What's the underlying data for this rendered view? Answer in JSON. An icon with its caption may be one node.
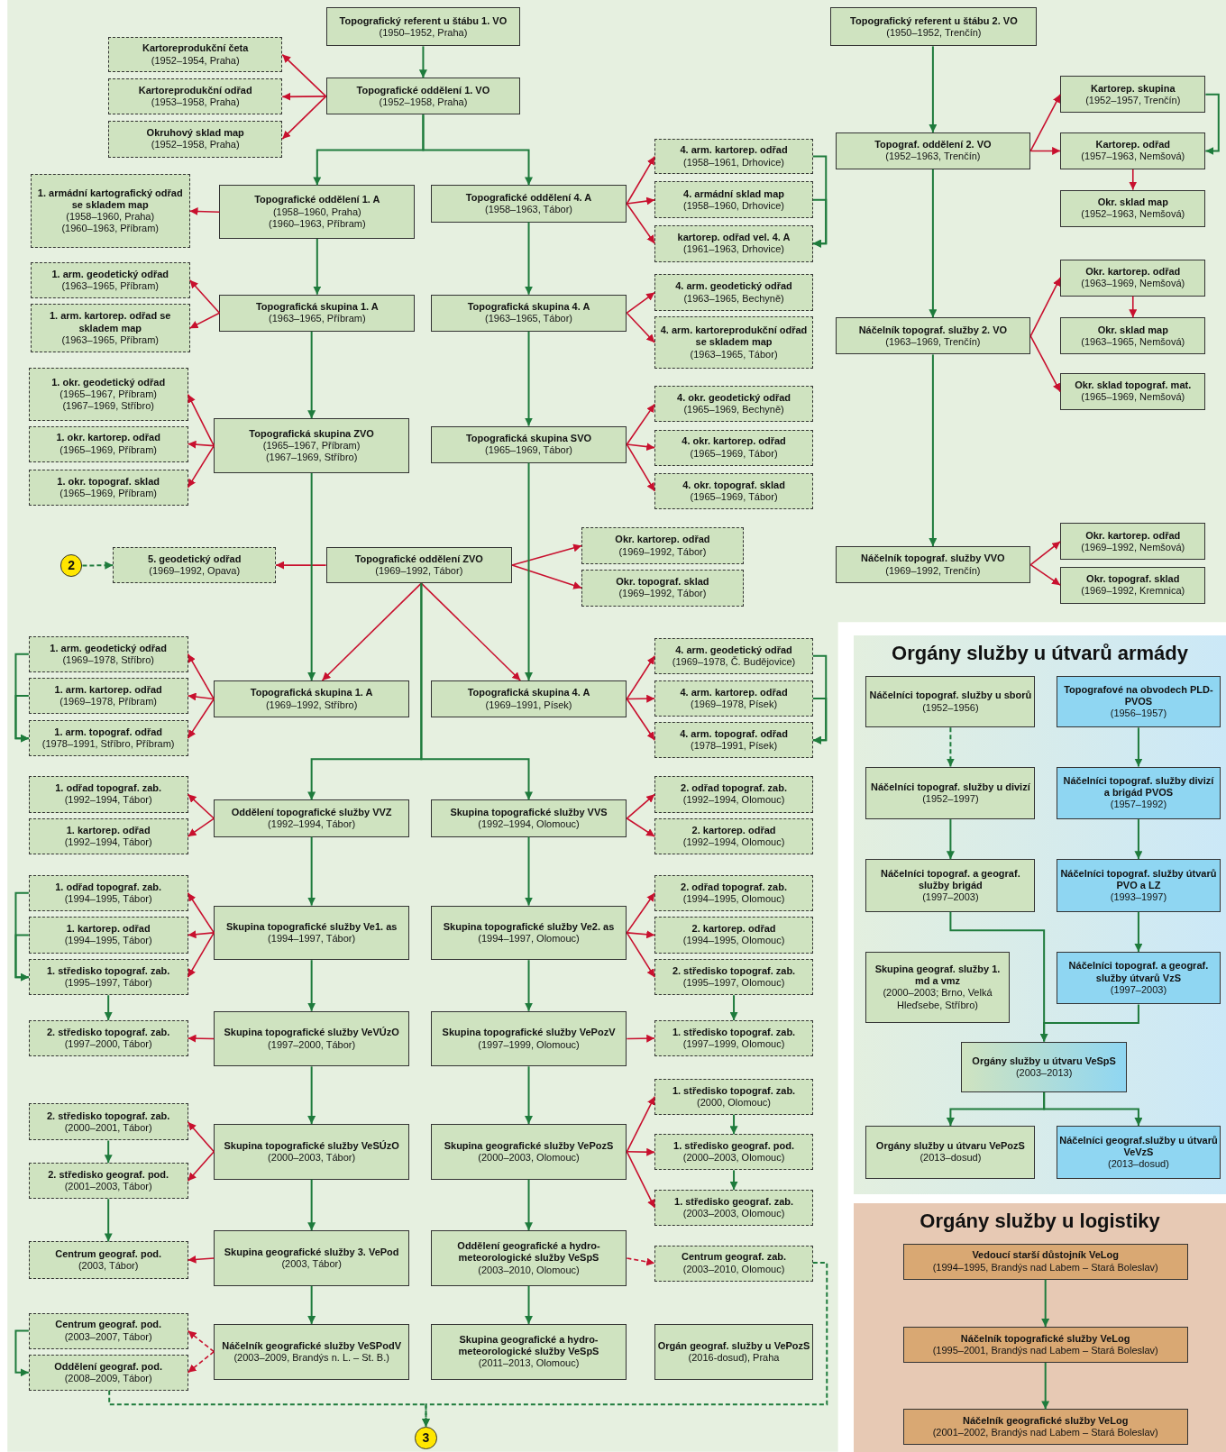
{
  "diagram": {
    "nodes": [
      {
        "text": [
          "Topografický referent u štábu 1. VO",
          "(1950–1952, Praha)"
        ]
      },
      {
        "text": [
          "Kartoreprodukční četa",
          "(1952–1954, Praha)"
        ]
      },
      {
        "text": [
          "Kartoreprodukční odřad",
          "(1953–1958, Praha)"
        ]
      },
      {
        "text": [
          "Okruhový sklad map",
          "(1952–1958, Praha)"
        ]
      },
      {
        "text": [
          "Topografické oddělení 1. VO",
          "(1952–1958, Praha)"
        ]
      },
      {
        "text": [
          "Topografický referent u štábu 2. VO",
          "(1950–1952, Trenčín)"
        ]
      },
      {
        "text": [
          "Kartorep. skupina",
          "(1952–1957, Trenčín)"
        ]
      },
      {
        "text": [
          "Topograf. oddělení 2. VO",
          "(1952–1963, Trenčín)"
        ]
      },
      {
        "text": [
          "Kartorep. odřad",
          "(1957–1963, Nemšová)"
        ]
      },
      {
        "text": [
          "Okr. sklad map",
          "(1952–1963, Nemšová)"
        ]
      },
      {
        "text": [
          "1. armádní kartografický odřad se skladem map",
          "(1958–1960, Praha)",
          "(1960–1963, Příbram)"
        ]
      },
      {
        "text": [
          "Topografické oddělení 1. A",
          "(1958–1960, Praha)",
          "(1960–1963, Příbram)"
        ]
      },
      {
        "text": [
          "Topografické oddělení 4. A",
          "(1958–1963, Tábor)"
        ]
      },
      {
        "text": [
          "4. arm. kartorep. odřad",
          "(1958–1961, Drhovice)"
        ]
      },
      {
        "text": [
          "4. armádní sklad map",
          "(1958–1960, Drhovice)"
        ]
      },
      {
        "text": [
          "kartorep. odřad vel. 4. A",
          "(1961–1963, Drhovice)"
        ]
      },
      {
        "text": [
          "1. arm. geodetický odřad",
          "(1963–1965, Příbram)"
        ]
      },
      {
        "text": [
          "1. arm. kartorep. odřad se skladem map",
          "(1963–1965, Příbram)"
        ]
      },
      {
        "text": [
          "Topografická skupina 1. A",
          "(1963–1965, Příbram)"
        ]
      },
      {
        "text": [
          "Topografická skupina 4. A",
          "(1963–1965, Tábor)"
        ]
      },
      {
        "text": [
          "4. arm. geodetický odřad",
          "(1963–1965, Bechyně)"
        ]
      },
      {
        "text": [
          "4. arm. kartoreprodukční odřad se skladem map",
          "(1963–1965, Tábor)"
        ]
      },
      {
        "text": [
          "Náčelník topograf. služby 2. VO",
          "(1963–1969, Trenčín)"
        ]
      },
      {
        "text": [
          "Okr. kartorep. odřad",
          "(1963–1969, Nemšová)"
        ]
      },
      {
        "text": [
          "Okr. sklad map",
          "(1963–1965, Nemšová)"
        ]
      },
      {
        "text": [
          "Okr. sklad topograf. mat.",
          "(1965–1969, Nemšová)"
        ]
      },
      {
        "text": [
          "1. okr. geodetický odřad",
          "(1965–1967, Příbram)",
          "(1967–1969, Stříbro)"
        ]
      },
      {
        "text": [
          "1. okr. kartorep. odřad",
          "(1965–1969, Příbram)"
        ]
      },
      {
        "text": [
          "1. okr. topograf. sklad",
          "(1965–1969, Příbram)"
        ]
      },
      {
        "text": [
          "Topografická skupina ZVO",
          "(1965–1967, Příbram)",
          "(1967–1969, Stříbro)"
        ]
      },
      {
        "text": [
          "Topografická skupina SVO",
          "(1965–1969, Tábor)"
        ]
      },
      {
        "text": [
          "4. okr. geodetický odřad",
          "(1965–1969, Bechyně)"
        ]
      },
      {
        "text": [
          "4. okr. kartorep. odřad",
          "(1965–1969, Tábor)"
        ]
      },
      {
        "text": [
          "4. okr. topograf. sklad",
          "(1965–1969, Tábor)"
        ]
      },
      {
        "text": [
          "Náčelník topograf. služby VVO",
          "(1969–1992, Trenčín)"
        ]
      },
      {
        "text": [
          "Okr. kartorep. odřad",
          "(1969–1992, Nemšová)"
        ]
      },
      {
        "text": [
          "Okr. topograf. sklad",
          "(1969–1992, Kremnica)"
        ]
      },
      {
        "text": [
          "2"
        ]
      },
      {
        "text": [
          "5. geodetický odřad",
          "(1969–1992, Opava)"
        ]
      },
      {
        "text": [
          "Topografické oddělení ZVO",
          "(1969–1992, Tábor)"
        ]
      },
      {
        "text": [
          "Okr. kartorep. odřad",
          "(1969–1992, Tábor)"
        ]
      },
      {
        "text": [
          "Okr. topograf. sklad",
          "(1969–1992, Tábor)"
        ]
      },
      {
        "text": [
          "1. arm. geodetický odřad",
          "(1969–1978, Stříbro)"
        ]
      },
      {
        "text": [
          "1. arm. kartorep. odřad",
          "(1969–1978, Příbram)"
        ]
      },
      {
        "text": [
          "1. arm. topograf. odřad",
          "(1978–1991, Stříbro, Příbram)"
        ]
      },
      {
        "text": [
          "Topografická skupina 1. A",
          "(1969–1992, Stříbro)"
        ]
      },
      {
        "text": [
          "Topografická skupina 4. A",
          "(1969–1991, Písek)"
        ]
      },
      {
        "text": [
          "4. arm. geodetický odřad",
          "(1969–1978, Č. Budějovice)"
        ]
      },
      {
        "text": [
          "4. arm. kartorep. odřad",
          "(1969–1978, Písek)"
        ]
      },
      {
        "text": [
          "4. arm. topograf. odřad",
          "(1978–1991, Písek)"
        ]
      },
      {
        "text": [
          "1. odřad topograf. zab.",
          "(1992–1994, Tábor)"
        ]
      },
      {
        "text": [
          "1. kartorep. odřad",
          "(1992–1994, Tábor)"
        ]
      },
      {
        "text": [
          "Oddělení topografické služby VVZ",
          "(1992–1994, Tábor)"
        ]
      },
      {
        "text": [
          "Skupina topografické služby VVS",
          "(1992–1994, Olomouc)"
        ]
      },
      {
        "text": [
          "2. odřad topograf. zab.",
          "(1992–1994, Olomouc)"
        ]
      },
      {
        "text": [
          "2. kartorep. odřad",
          "(1992–1994, Olomouc)"
        ]
      },
      {
        "text": [
          "1. odřad topograf. zab.",
          "(1994–1995, Tábor)"
        ]
      },
      {
        "text": [
          "1. kartorep. odřad",
          "(1994–1995, Tábor)"
        ]
      },
      {
        "text": [
          "1. středisko topograf. zab.",
          "(1995–1997, Tábor)"
        ]
      },
      {
        "text": [
          "Skupina topografické služby Ve1. as",
          "(1994–1997, Tábor)"
        ]
      },
      {
        "text": [
          "Skupina topografické služby Ve2. as",
          "(1994–1997, Olomouc)"
        ]
      },
      {
        "text": [
          "2. odřad topograf. zab.",
          "(1994–1995, Olomouc)"
        ]
      },
      {
        "text": [
          "2. kartorep. odřad",
          "(1994–1995, Olomouc)"
        ]
      },
      {
        "text": [
          "2. středisko topograf. zab.",
          "(1995–1997, Olomouc)"
        ]
      },
      {
        "text": [
          "2. středisko topograf. zab.",
          "(1997–2000, Tábor)"
        ]
      },
      {
        "text": [
          "Skupina topografické služby VeVÚzO",
          "(1997–2000, Tábor)"
        ]
      },
      {
        "text": [
          "Skupina topografické služby VePozV",
          "(1997–1999, Olomouc)"
        ]
      },
      {
        "text": [
          "1. středisko topograf. zab.",
          "(1997–1999, Olomouc)"
        ]
      },
      {
        "text": [
          "2. středisko topograf. zab.",
          "(2000–2001, Tábor)"
        ]
      },
      {
        "text": [
          "2. středisko geograf. pod.",
          "(2001–2003, Tábor)"
        ]
      },
      {
        "text": [
          "Skupina topografické služby VeSÚzO",
          "(2000–2003, Tábor)"
        ]
      },
      {
        "text": [
          "Skupina geografické služby VePozS",
          "(2000–2003, Olomouc)"
        ]
      },
      {
        "text": [
          "1. středisko topograf. zab.",
          "(2000, Olomouc)"
        ]
      },
      {
        "text": [
          "1. středisko geograf. pod.",
          "(2000–2003, Olomouc)"
        ]
      },
      {
        "text": [
          "1. středisko geograf. zab.",
          "(2003–2003, Olomouc)"
        ]
      },
      {
        "text": [
          "Centrum geograf. pod.",
          "(2003, Tábor)"
        ]
      },
      {
        "text": [
          "Skupina geografické služby 3. VePod",
          "(2003, Tábor)"
        ]
      },
      {
        "text": [
          "Oddělení geografické a hydro-meteorologické služby VeSpS",
          "(2003–2010, Olomouc)"
        ]
      },
      {
        "text": [
          "Centrum geograf. zab.",
          "(2003–2010, Olomouc)"
        ]
      },
      {
        "text": [
          "Centrum geograf. pod.",
          "(2003–2007, Tábor)"
        ]
      },
      {
        "text": [
          "Oddělení geograf. pod.",
          "(2008–2009, Tábor)"
        ]
      },
      {
        "text": [
          "Náčelník geografické služby VeSPodV",
          "(2003–2009, Brandýs n. L. – St. B.)"
        ]
      },
      {
        "text": [
          "Skupina geografické a hydro-meteorologické služby VeSpS",
          "(2011–2013, Olomouc)"
        ]
      },
      {
        "text": [
          "Orgán geograf. služby u VePozS",
          "(2016-dosud), Praha"
        ]
      },
      {
        "text": [
          "3"
        ]
      },
      {
        "text": [
          "Orgány služby u útvarů armády"
        ]
      },
      {
        "text": [
          "Náčelníci topograf. služby u sborů",
          "(1952–1956)"
        ],
        "in": 85
      },
      {
        "text": [
          "Topografové na obvodech PLD-PVOS",
          "(1956–1957)"
        ],
        "in": 85
      },
      {
        "text": [
          "Náčelníci topograf. služby u divizí",
          "(1952–1997)"
        ],
        "in": 85
      },
      {
        "text": [
          "Náčelníci topograf. služby divizí a brigád PVOS",
          "(1957–1992)"
        ],
        "in": 85
      },
      {
        "text": [
          "Náčelníci topograf. a geograf. služby brigád",
          "(1997–2003)"
        ],
        "in": 85
      },
      {
        "text": [
          "Náčelníci topograf. služby útvarů PVO a LZ",
          "(1993–1997)"
        ],
        "in": 85
      },
      {
        "text": [
          "Skupina geograf. služby 1. md a vmz",
          "(2000–2003; Brno, Velká Hleďsebe, Stříbro)"
        ],
        "in": 85
      },
      {
        "text": [
          "Náčelníci topograf. a geograf. služby útvarů VzS",
          "(1997–2003)"
        ],
        "in": 85
      },
      {
        "text": [
          "Orgány služby u útvaru VeSpS",
          "(2003–2013)"
        ],
        "in": 85
      },
      {
        "text": [
          "Orgány služby u útvaru VePozS",
          "(2013–dosud)"
        ],
        "in": 85
      },
      {
        "text": [
          "Náčelníci geograf.služby u útvarů VeVzS",
          "(2013–dosud)"
        ],
        "in": 85
      },
      {
        "text": [
          "Orgány služby u logistiky"
        ]
      },
      {
        "text": [
          "Vedoucí starší důstojník VeLog",
          "(1994–1995, Brandýs nad Labem – Stará Boleslav)"
        ],
        "in": 97
      },
      {
        "text": [
          "Náčelník topografické služby VeLog",
          "(1995–2001, Brandýs nad Labem – Stará Boleslav)"
        ],
        "in": 97
      },
      {
        "text": [
          "Náčelník geografické služby VeLog",
          "(2001–2002, Brandýs nad Labem – Stará Boleslav)"
        ],
        "in": 97
      }
    ],
    "edges": [
      {
        "from": 0,
        "to": 4,
        "arrow": "to",
        "color": "#1e7b3c"
      },
      {
        "from": 4,
        "to": 1,
        "arrow": "to"
      },
      {
        "from": 4,
        "to": 2,
        "arrow": "to"
      },
      {
        "from": 4,
        "to": 3,
        "arrow": "to"
      },
      {
        "from": 4,
        "to": 11,
        "arrow": "to",
        "color": "#1e7b3c"
      },
      {
        "from": 4,
        "to": 12,
        "arrow": "to",
        "color": "#1e7b3c"
      },
      {
        "from": 5,
        "to": 7,
        "arrow": "to",
        "color": "#1e7b3c"
      },
      {
        "from": 7,
        "to": 6,
        "arrow": "to"
      },
      {
        "from": 7,
        "to": 8,
        "arrow": "to"
      },
      {
        "from": 6,
        "to": 8,
        "arrow": "to",
        "color": "#1e7b3c"
      },
      {
        "from": 8,
        "to": 9,
        "arrow": "to"
      },
      {
        "from": 7,
        "to": 22,
        "arrow": "to",
        "color": "#1e7b3c"
      },
      {
        "from": 11,
        "to": 10,
        "arrow": "to"
      },
      {
        "from": 11,
        "to": 18,
        "arrow": "to",
        "color": "#1e7b3c"
      },
      {
        "from": 12,
        "to": 13,
        "arrow": "to"
      },
      {
        "from": 12,
        "to": 14,
        "arrow": "to"
      },
      {
        "from": 12,
        "to": 15,
        "arrow": "to"
      },
      {
        "from": 13,
        "to": 15,
        "arrow": "to",
        "color": "#1e7b3c"
      },
      {
        "from": 14,
        "to": 15,
        "arrow": "to",
        "color": "#1e7b3c"
      },
      {
        "from": 12,
        "to": 19,
        "arrow": "to",
        "color": "#1e7b3c"
      },
      {
        "from": 18,
        "to": 16,
        "arrow": "to"
      },
      {
        "from": 18,
        "to": 17,
        "arrow": "to"
      },
      {
        "from": 19,
        "to": 20,
        "arrow": "to"
      },
      {
        "from": 19,
        "to": 21,
        "arrow": "to"
      },
      {
        "from": 22,
        "to": 23,
        "arrow": "to"
      },
      {
        "from": 23,
        "to": 24,
        "arrow": "to"
      },
      {
        "from": 22,
        "to": 25,
        "arrow": "to"
      },
      {
        "from": 22,
        "to": 34,
        "arrow": "to",
        "color": "#1e7b3c"
      },
      {
        "from": 18,
        "to": 29,
        "arrow": "to",
        "color": "#1e7b3c"
      },
      {
        "from": 19,
        "to": 30,
        "arrow": "to",
        "color": "#1e7b3c"
      },
      {
        "from": 29,
        "to": 26,
        "arrow": "to"
      },
      {
        "from": 29,
        "to": 27,
        "arrow": "to"
      },
      {
        "from": 29,
        "to": 28,
        "arrow": "to"
      },
      {
        "from": 30,
        "to": 31,
        "arrow": "to"
      },
      {
        "from": 30,
        "to": 32,
        "arrow": "to"
      },
      {
        "from": 30,
        "to": 33,
        "arrow": "to"
      },
      {
        "from": 34,
        "to": 35,
        "arrow": "to"
      },
      {
        "from": 34,
        "to": 36,
        "arrow": "to"
      },
      {
        "from": 37,
        "to": 38,
        "arrow": "to",
        "style": "dashed",
        "color": "#1e7b3c"
      },
      {
        "from": 39,
        "to": 38,
        "arrow": "to"
      },
      {
        "from": 39,
        "to": 40,
        "arrow": "to"
      },
      {
        "from": 39,
        "to": 41,
        "arrow": "to"
      },
      {
        "from": 29,
        "to": 45,
        "arrow": "to",
        "color": "#1e7b3c"
      },
      {
        "from": 30,
        "to": 46,
        "arrow": "to",
        "color": "#1e7b3c"
      },
      {
        "from": 39,
        "to": 45,
        "arrow": "to"
      },
      {
        "from": 39,
        "to": 46,
        "arrow": "to"
      },
      {
        "from": 45,
        "to": 42,
        "arrow": "to"
      },
      {
        "from": 45,
        "to": 43,
        "arrow": "to"
      },
      {
        "from": 45,
        "to": 44,
        "arrow": "to"
      },
      {
        "from": 42,
        "to": 44,
        "arrow": "to",
        "color": "#1e7b3c"
      },
      {
        "from": 43,
        "to": 44,
        "arrow": "to",
        "color": "#1e7b3c"
      },
      {
        "from": 46,
        "to": 47,
        "arrow": "to"
      },
      {
        "from": 46,
        "to": 48,
        "arrow": "to"
      },
      {
        "from": 46,
        "to": 49,
        "arrow": "to"
      },
      {
        "from": 47,
        "to": 49,
        "arrow": "to",
        "color": "#1e7b3c"
      },
      {
        "from": 48,
        "to": 49,
        "arrow": "to",
        "color": "#1e7b3c"
      },
      {
        "from": 39,
        "to": 52,
        "arrow": "to",
        "color": "#1e7b3c"
      },
      {
        "from": 39,
        "to": 53,
        "arrow": "to",
        "color": "#1e7b3c"
      },
      {
        "from": 52,
        "to": 50,
        "arrow": "to"
      },
      {
        "from": 52,
        "to": 51,
        "arrow": "to"
      },
      {
        "from": 53,
        "to": 54,
        "arrow": "to"
      },
      {
        "from": 53,
        "to": 55,
        "arrow": "to"
      },
      {
        "from": 52,
        "to": 59,
        "arrow": "to",
        "color": "#1e7b3c"
      },
      {
        "from": 53,
        "to": 60,
        "arrow": "to",
        "color": "#1e7b3c"
      },
      {
        "from": 59,
        "to": 56,
        "arrow": "to"
      },
      {
        "from": 59,
        "to": 57,
        "arrow": "to"
      },
      {
        "from": 59,
        "to": 58,
        "arrow": "to"
      },
      {
        "from": 56,
        "to": 58,
        "arrow": "to",
        "color": "#1e7b3c"
      },
      {
        "from": 57,
        "to": 58,
        "arrow": "to",
        "color": "#1e7b3c"
      },
      {
        "from": 60,
        "to": 61,
        "arrow": "to"
      },
      {
        "from": 60,
        "to": 62,
        "arrow": "to"
      },
      {
        "from": 60,
        "to": 63,
        "arrow": "to"
      },
      {
        "from": 58,
        "to": 64,
        "arrow": "to",
        "color": "#1e7b3c"
      },
      {
        "from": 63,
        "to": 67,
        "arrow": "to",
        "color": "#1e7b3c"
      },
      {
        "from": 59,
        "to": 65,
        "arrow": "to",
        "color": "#1e7b3c"
      },
      {
        "from": 60,
        "to": 66,
        "arrow": "to",
        "color": "#1e7b3c"
      },
      {
        "from": 65,
        "to": 64,
        "arrow": "to"
      },
      {
        "from": 66,
        "to": 67,
        "arrow": "to"
      },
      {
        "from": 65,
        "to": 70,
        "arrow": "to",
        "color": "#1e7b3c"
      },
      {
        "from": 66,
        "to": 71,
        "arrow": "to",
        "color": "#1e7b3c"
      },
      {
        "from": 70,
        "to": 68,
        "arrow": "to"
      },
      {
        "from": 70,
        "to": 69,
        "arrow": "to"
      },
      {
        "from": 68,
        "to": 69,
        "arrow": "to",
        "color": "#1e7b3c"
      },
      {
        "from": 71,
        "to": 72,
        "arrow": "to"
      },
      {
        "from": 71,
        "to": 73,
        "arrow": "to"
      },
      {
        "from": 71,
        "to": 74,
        "arrow": "to"
      },
      {
        "from": 72,
        "to": 73,
        "arrow": "to",
        "color": "#1e7b3c"
      },
      {
        "from": 73,
        "to": 74,
        "arrow": "to",
        "color": "#1e7b3c"
      },
      {
        "from": 69,
        "to": 75,
        "arrow": "to",
        "color": "#1e7b3c"
      },
      {
        "from": 70,
        "to": 76,
        "arrow": "to",
        "color": "#1e7b3c"
      },
      {
        "from": 71,
        "to": 77,
        "arrow": "to",
        "color": "#1e7b3c"
      },
      {
        "from": 76,
        "to": 75,
        "arrow": "to"
      },
      {
        "from": 77,
        "to": 78,
        "arrow": "to",
        "style": "dashed"
      },
      {
        "from": 76,
        "to": 81,
        "arrow": "to",
        "color": "#1e7b3c"
      },
      {
        "from": 77,
        "to": 82,
        "arrow": "to",
        "color": "#1e7b3c"
      },
      {
        "from": 81,
        "to": 79,
        "arrow": "to",
        "style": "dashed"
      },
      {
        "from": 81,
        "to": 80,
        "arrow": "to",
        "style": "dashed"
      },
      {
        "from": 79,
        "to": 80,
        "arrow": "to",
        "color": "#1e7b3c"
      },
      {
        "from": 78,
        "to": 84,
        "arrow": "to",
        "style": "dashed",
        "color": "#1e7b3c"
      },
      {
        "from": 80,
        "to": 84,
        "arrow": "to",
        "style": "dashed",
        "color": "#1e7b3c"
      },
      {
        "from": 86,
        "to": 88,
        "arrow": "to",
        "style": "dashed",
        "color": "#1e7b3c"
      },
      {
        "from": 87,
        "to": 89,
        "arrow": "to",
        "color": "#1e7b3c"
      },
      {
        "from": 88,
        "to": 90,
        "arrow": "to",
        "color": "#1e7b3c"
      },
      {
        "from": 89,
        "to": 91,
        "arrow": "to",
        "color": "#1e7b3c"
      },
      {
        "from": 91,
        "to": 93,
        "arrow": "to",
        "color": "#1e7b3c"
      },
      {
        "from": 90,
        "to": 94,
        "arrow": "to",
        "color": "#1e7b3c"
      },
      {
        "from": 93,
        "to": 94,
        "arrow": "to",
        "color": "#1e7b3c"
      },
      {
        "from": 94,
        "to": 95,
        "arrow": "to",
        "color": "#1e7b3c"
      },
      {
        "from": 94,
        "to": 96,
        "arrow": "to",
        "color": "#1e7b3c"
      },
      {
        "from": 98,
        "to": 99,
        "arrow": "to",
        "color": "#1e7b3c"
      },
      {
        "from": 99,
        "to": 100,
        "arrow": "to",
        "color": "#1e7b3c"
      }
    ]
  }
}
